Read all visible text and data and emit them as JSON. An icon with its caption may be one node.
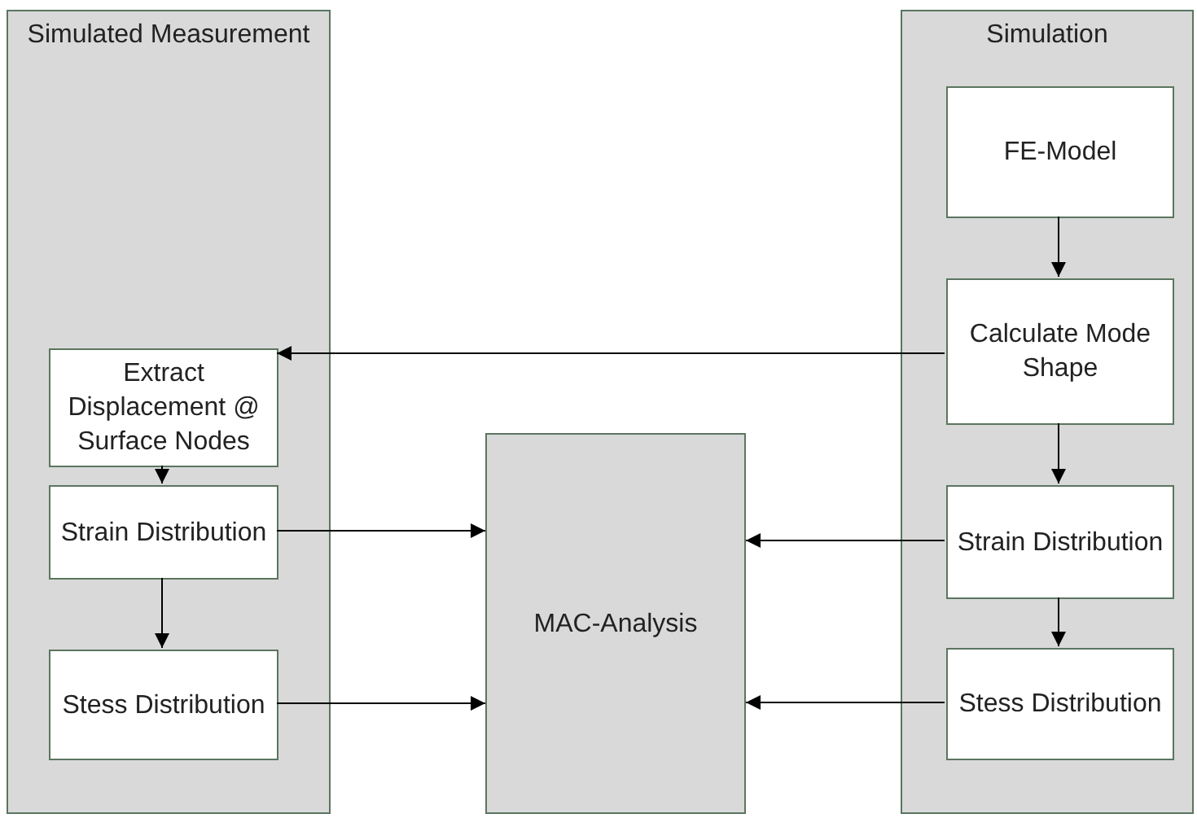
{
  "diagram": {
    "nodes": [
      {
        "text": [
          "Simulated Measurement"
        ]
      },
      {
        "text": [
          "Extract Displacement @ Surface Nodes"
        ],
        "in": 0
      },
      {
        "text": [
          "Strain Distribution"
        ],
        "in": 0
      },
      {
        "text": [
          "Stess Distribution"
        ],
        "in": 0
      },
      {
        "text": [
          "MAC-Analysis"
        ]
      },
      {
        "text": [
          "Simulation"
        ]
      },
      {
        "text": [
          "FE-Model"
        ],
        "in": 5
      },
      {
        "text": [
          "Calculate Mode Shape"
        ],
        "in": 5
      },
      {
        "text": [
          "Strain Distribution"
        ],
        "in": 5
      },
      {
        "text": [
          "Stess Distribution"
        ],
        "in": 5
      }
    ],
    "edges": [
      {
        "from": 6,
        "to": 7,
        "arrow": "to"
      },
      {
        "from": 7,
        "to": 1,
        "arrow": "to"
      },
      {
        "from": 1,
        "to": 2,
        "arrow": "to"
      },
      {
        "from": 2,
        "to": 3,
        "arrow": "to"
      },
      {
        "from": 2,
        "to": 4,
        "arrow": "to"
      },
      {
        "from": 3,
        "to": 4,
        "arrow": "to"
      },
      {
        "from": 7,
        "to": 8,
        "arrow": "to"
      },
      {
        "from": 8,
        "to": 9,
        "arrow": "to"
      },
      {
        "from": 8,
        "to": 4,
        "arrow": "to"
      },
      {
        "from": 9,
        "to": 4,
        "arrow": "to"
      }
    ]
  }
}
